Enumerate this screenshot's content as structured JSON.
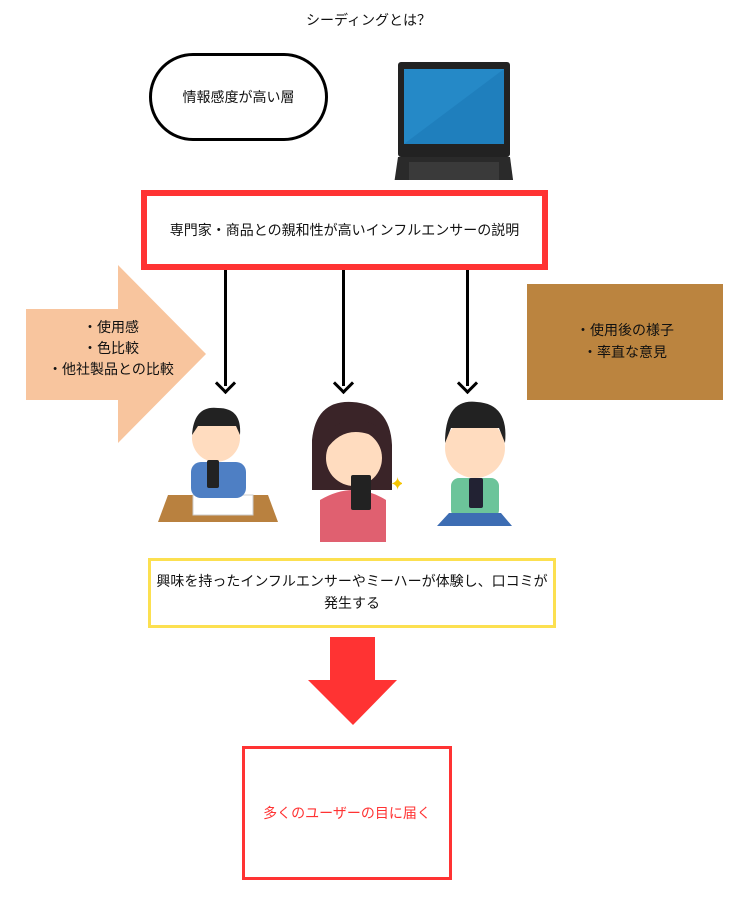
{
  "title": "シーディングとは？",
  "audience": "情報感度が高い層",
  "expert_box": "専門家・商品との親和性が高いインフルエンサーの説明",
  "left_points": [
    "・使用感",
    "・色比較",
    "・他社製品との比較"
  ],
  "right_points": [
    "・使用後の様子",
    "・率直な意見"
  ],
  "experience_box": "興味を持ったインフルエンサーやミーハーが体験し、口コミが発生する",
  "result_box": "多くのユーザーの目に届く",
  "colors": {
    "red": "#ff3333",
    "peach": "#f8c59e",
    "brown": "#bb843f",
    "yellow": "#fce050"
  }
}
